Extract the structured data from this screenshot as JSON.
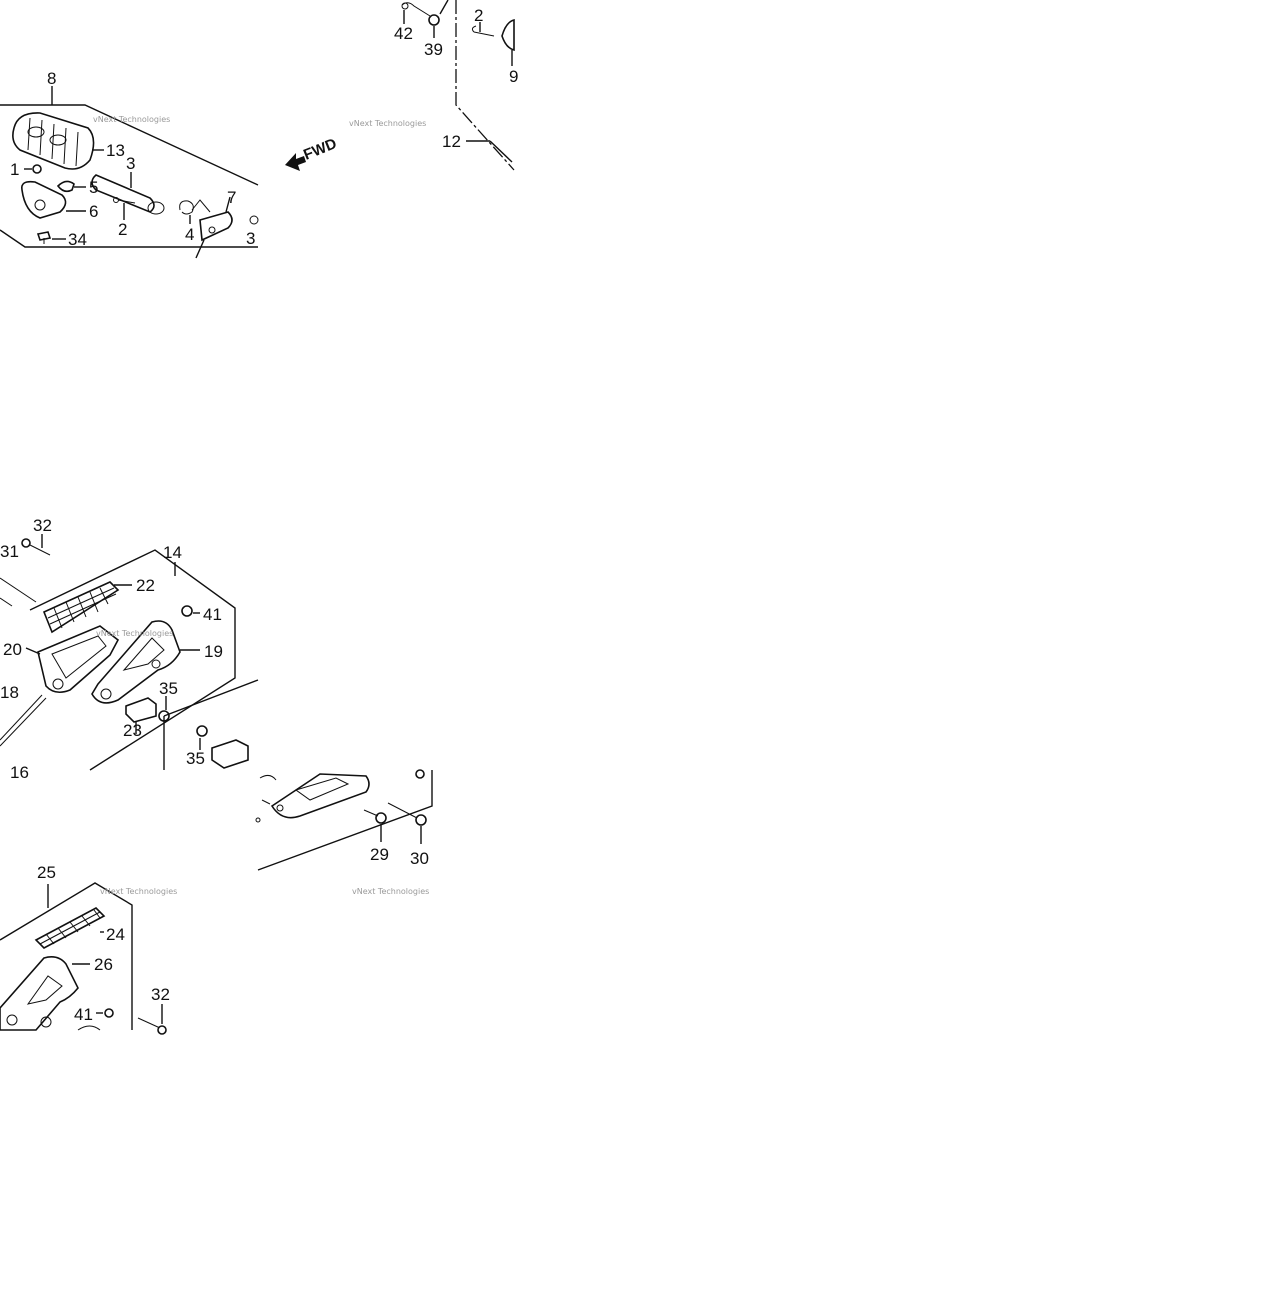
{
  "diagram": {
    "callouts": {
      "p8": "8",
      "p13": "13",
      "p3": "3",
      "p1": "1",
      "p5": "5",
      "p6": "6",
      "p2a": "2",
      "p4": "4",
      "p7": "7",
      "p34": "34",
      "p3b": "3",
      "p42": "42",
      "p39": "39",
      "p2b": "2",
      "p9": "9",
      "p12": "12",
      "p32a": "32",
      "p31": "31",
      "p14": "14",
      "p22": "22",
      "p41a": "41",
      "p20": "20",
      "p19": "19",
      "p18": "18",
      "p35a": "35",
      "p23": "23",
      "p35b": "35",
      "p16": "16",
      "p29": "29",
      "p30": "30",
      "p25": "25",
      "p24": "24",
      "p26": "26",
      "p32b": "32",
      "p41b": "41"
    },
    "forward_marker": "FWD",
    "watermark": {
      "line1": "vNext Technologies",
      "line2": "vNext Technologies"
    }
  }
}
